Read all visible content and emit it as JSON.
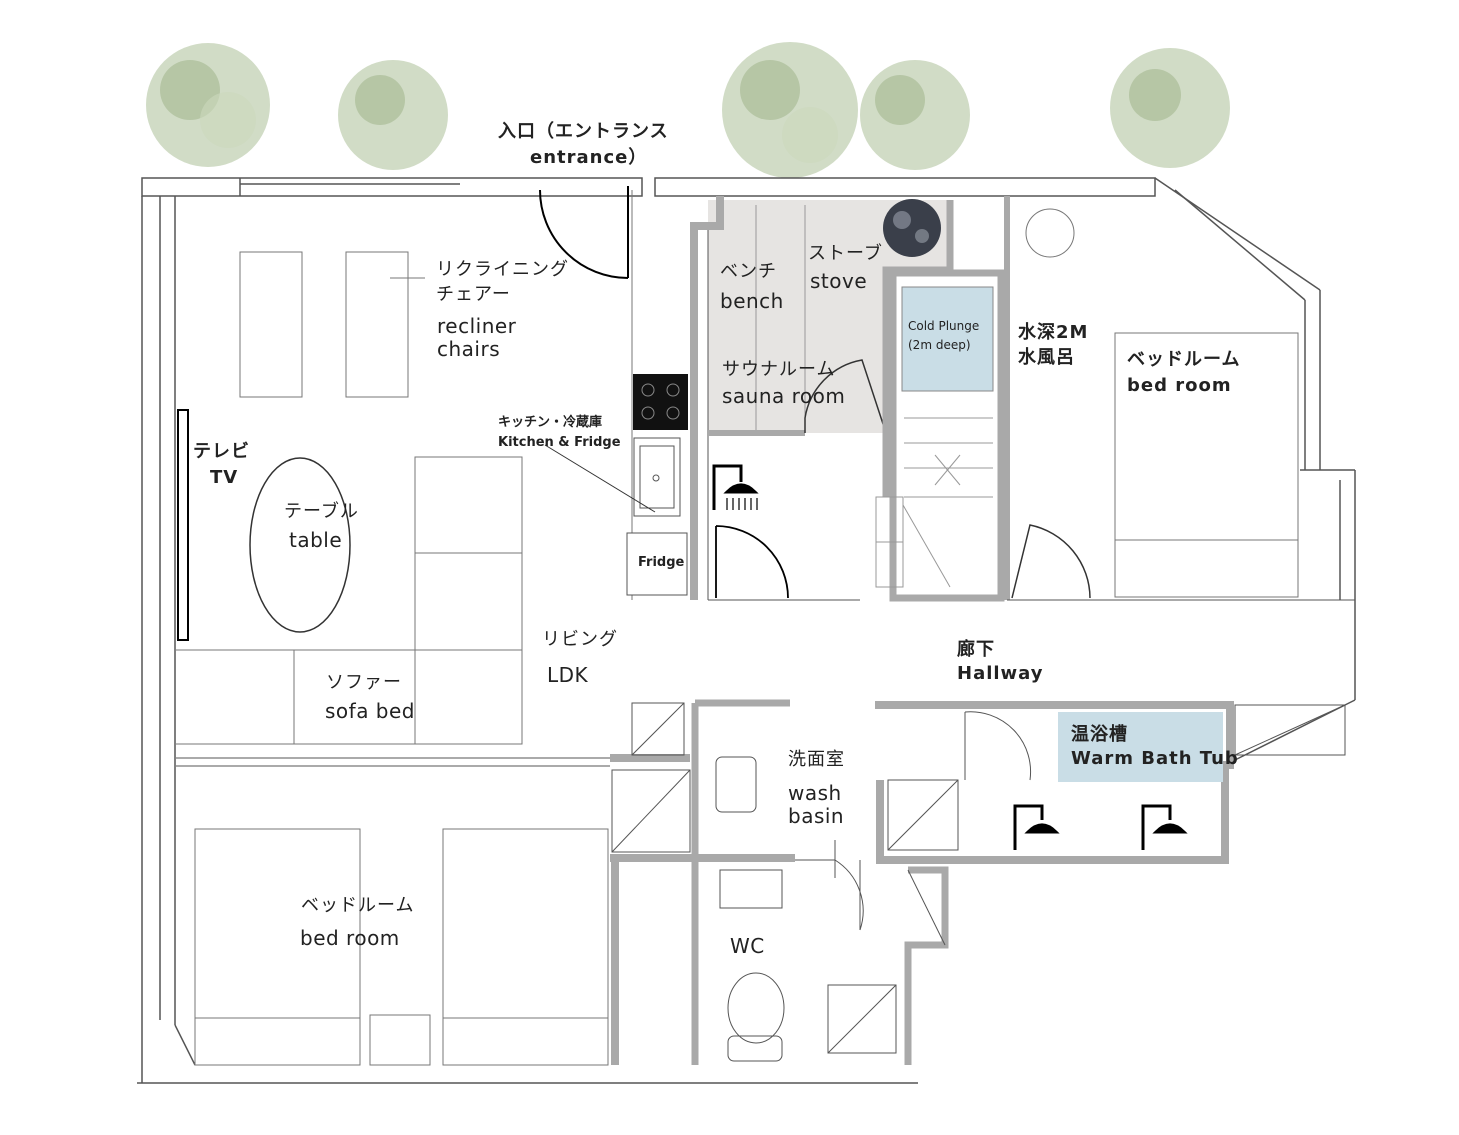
{
  "entrance": {
    "jp": "入口（エントランス",
    "en": "entrance）"
  },
  "recliner": {
    "jp": "リクライニング",
    "jp2": "チェアー",
    "en": "recliner",
    "en2": "chairs"
  },
  "bench": {
    "jp": "ベンチ",
    "en": "bench"
  },
  "stove": {
    "jp": "ストーブ",
    "en": "stove"
  },
  "cold_plunge": {
    "en": "Cold Plunge",
    "en2": "(2m deep)",
    "jp": "水深2M",
    "jp2": "水風呂"
  },
  "sauna": {
    "jp": "サウナルーム",
    "en": "sauna room"
  },
  "kitchen": {
    "jp": "キッチン・冷蔵庫",
    "en": "Kitchen & Fridge"
  },
  "fridge": {
    "en": "Fridge"
  },
  "tv": {
    "jp": "テレビ",
    "en": "TV"
  },
  "table": {
    "jp": "テーブル",
    "en": "table"
  },
  "bedroom_right": {
    "jp": "ベッドルーム",
    "en": "bed room"
  },
  "living": {
    "jp": "リビング",
    "en": "LDK"
  },
  "hallway": {
    "jp": "廊下",
    "en": "Hallway"
  },
  "sofa": {
    "jp": "ソファー",
    "en": "sofa bed"
  },
  "wash": {
    "jp": "洗面室",
    "en": "wash",
    "en2": "basin"
  },
  "bath": {
    "jp": "温浴槽",
    "en": "Warm Bath Tub"
  },
  "bedroom_left": {
    "jp": "ベッドルーム",
    "en": "bed room"
  },
  "wc": {
    "en": "WC"
  },
  "colors": {
    "sauna_fill": "#e6e4e2",
    "water_fill": "#c9dde6",
    "wall": "#a9a9a9",
    "tree": "#b9c9a8"
  }
}
